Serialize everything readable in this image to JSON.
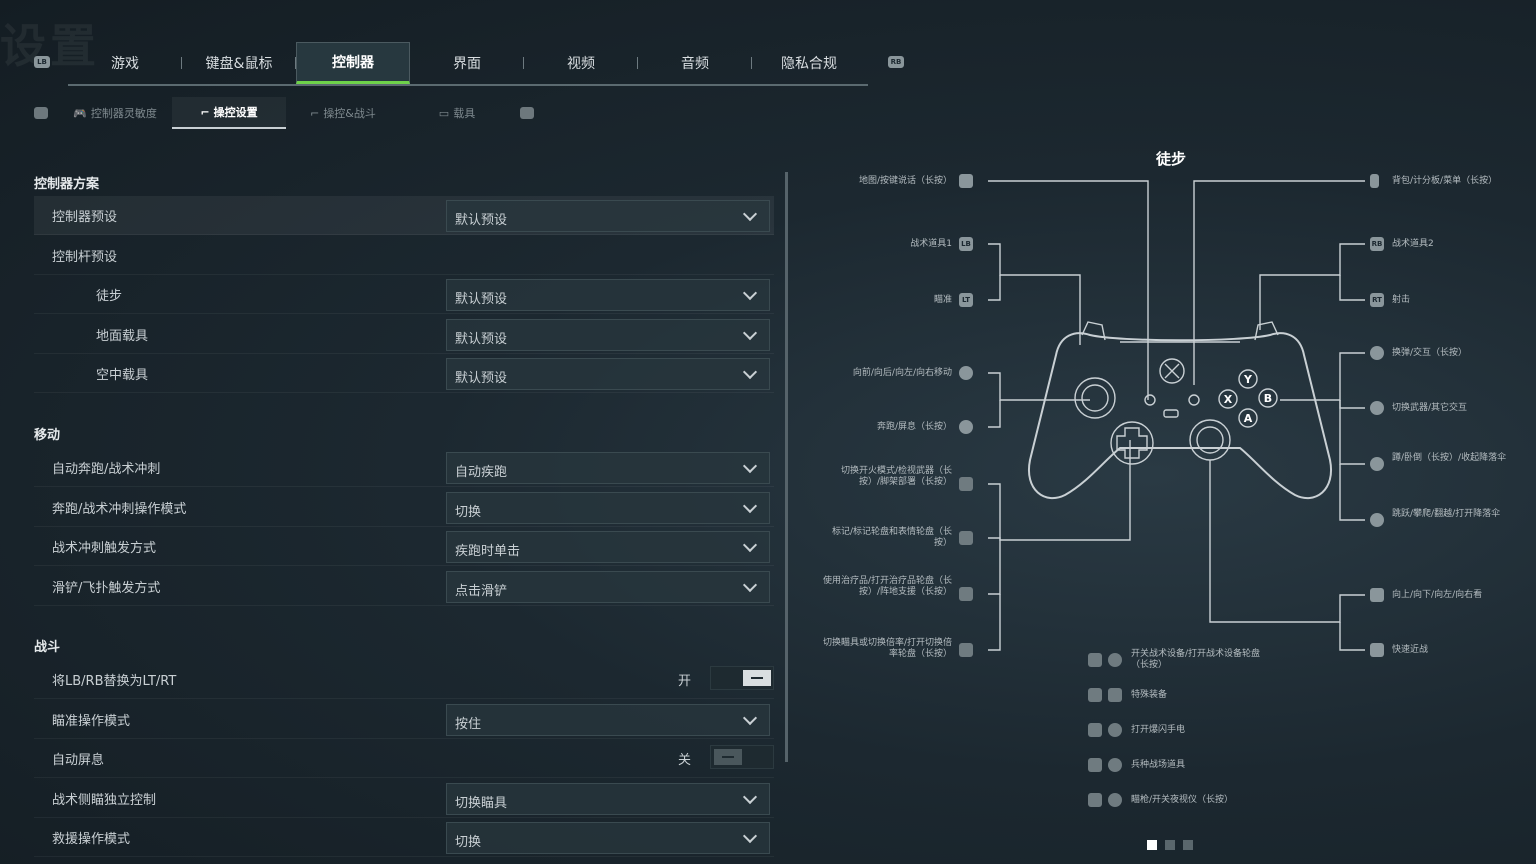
{
  "bg_title": "设置",
  "tabs": [
    {
      "label": "游戏"
    },
    {
      "label": "键盘&鼠标"
    },
    {
      "label": "控制器",
      "active": true
    },
    {
      "label": "界面"
    },
    {
      "label": "视频"
    },
    {
      "label": "音频"
    },
    {
      "label": "隐私合规"
    }
  ],
  "bumpers": {
    "left": "LB",
    "right": "RB",
    "sub_left": "LT",
    "sub_right": "RT"
  },
  "subtabs": [
    {
      "label": "控制器灵敏度",
      "icon": "gamepad-icon"
    },
    {
      "label": "操控设置",
      "icon": "gun-icon",
      "active": true
    },
    {
      "label": "操控&战斗",
      "icon": "gun-icon"
    },
    {
      "label": "载具",
      "icon": "vehicle-icon"
    }
  ],
  "sections": {
    "scheme": "控制器方案",
    "movement": "移动",
    "combat": "战斗"
  },
  "rows": {
    "controller_preset": {
      "label": "控制器预设",
      "value": "默认预设"
    },
    "stick_preset": {
      "label": "控制杆预设"
    },
    "on_foot": {
      "label": "徒步",
      "value": "默认预设"
    },
    "ground_vehicle": {
      "label": "地面载具",
      "value": "默认预设"
    },
    "air_vehicle": {
      "label": "空中载具",
      "value": "默认预设"
    },
    "auto_sprint": {
      "label": "自动奔跑/战术冲刺",
      "value": "自动疾跑"
    },
    "sprint_mode": {
      "label": "奔跑/战术冲刺操作模式",
      "value": "切换"
    },
    "tac_sprint_trigger": {
      "label": "战术冲刺触发方式",
      "value": "疾跑时单击"
    },
    "slide_trigger": {
      "label": "滑铲/飞扑触发方式",
      "value": "点击滑铲"
    },
    "swap_lb_rb": {
      "label": "将LB/RB替换为LT/RT",
      "state": "开",
      "on": true
    },
    "aim_mode": {
      "label": "瞄准操作模式",
      "value": "按住"
    },
    "auto_hold_breath": {
      "label": "自动屏息",
      "state": "关",
      "on": false
    },
    "tac_side_aim": {
      "label": "战术侧瞄独立控制",
      "value": "切换瞄具"
    },
    "revive_mode": {
      "label": "救援操作模式",
      "value": "切换"
    }
  },
  "controller": {
    "title": "徒步",
    "left_labels": [
      {
        "text": "地图/按键说话（长按）",
        "icon": "view-button-icon"
      },
      {
        "text": "战术道具1",
        "icon": "LB"
      },
      {
        "text": "瞄准",
        "icon": "LT"
      },
      {
        "text": "向前/向后/向左/向右移动",
        "icon": "left-stick-icon"
      },
      {
        "text": "奔跑/屏息（长按）",
        "icon": "left-stick-click-icon"
      },
      {
        "text": "切换开火模式/检视武器（长按）/脚架部署（长按）",
        "icon": "dpad-up-icon"
      },
      {
        "text": "标记/标记轮盘和表情轮盘（长按）",
        "icon": "dpad-right-icon"
      },
      {
        "text": "使用治疗品/打开治疗品轮盘（长按）/阵地支援（长按）",
        "icon": "dpad-down-icon"
      },
      {
        "text": "切换瞄具或切换倍率/打开切换倍率轮盘（长按）",
        "icon": "dpad-left-icon"
      }
    ],
    "right_labels": [
      {
        "text": "背包/计分板/菜单（长按）",
        "icon": "menu-button-icon"
      },
      {
        "text": "战术道具2",
        "icon": "RB"
      },
      {
        "text": "射击",
        "icon": "RT"
      },
      {
        "text": "换弹/交互（长按）",
        "icon": "x-button-icon"
      },
      {
        "text": "切换武器/其它交互",
        "icon": "y-button-icon"
      },
      {
        "text": "蹲/卧倒（长按）/收起降落伞",
        "icon": "b-button-icon"
      },
      {
        "text": "跳跃/攀爬/翻越/打开降落伞",
        "icon": "a-button-icon"
      },
      {
        "text": "向上/向下/向左/向右看",
        "icon": "right-stick-icon"
      },
      {
        "text": "快速近战",
        "icon": "right-stick-click-icon"
      }
    ],
    "combo_labels": [
      {
        "text": "开关战术设备/打开战术设备轮盘（长按）",
        "icon": "LB"
      },
      {
        "text": "特殊装备",
        "icon": "LB"
      },
      {
        "text": "打开爆闪手电",
        "icon": "LB"
      },
      {
        "text": "兵种战场道具",
        "icon": "LB"
      },
      {
        "text": "瞄枪/开关夜视仪（长按）",
        "icon": "LB"
      }
    ],
    "stick_letters": {
      "y": "Y",
      "x": "X",
      "b": "B",
      "a": "A"
    }
  },
  "pager": {
    "pages": 3,
    "current": 1
  }
}
